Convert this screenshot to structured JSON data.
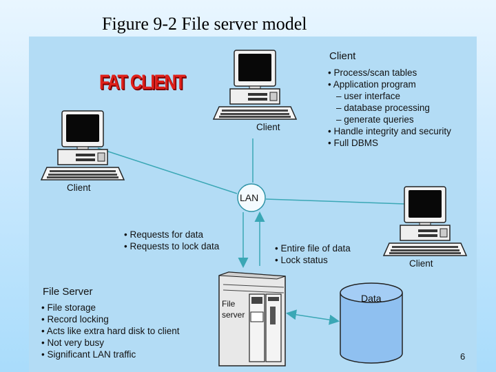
{
  "title": "Figure 9-2 File server model",
  "fat_client_label": "FAT CLIENT",
  "client_top": {
    "label": "Client",
    "header": "Client",
    "items": [
      "• Process/scan tables",
      "• Application program",
      "– user interface",
      "– database processing",
      "– generate queries",
      "• Handle integrity and security",
      "• Full DBMS"
    ]
  },
  "client_left": {
    "label": "Client"
  },
  "client_right": {
    "label": "Client"
  },
  "lan_label": "LAN",
  "requests": [
    "• Requests for data",
    "• Requests to lock data"
  ],
  "responses": [
    "• Entire file of data",
    "• Lock status"
  ],
  "file_server": {
    "header": "File Server",
    "items": [
      "• File storage",
      "• Record locking",
      "• Acts like extra hard disk to client",
      "• Not very busy",
      "• Significant LAN traffic"
    ],
    "device_label_1": "File",
    "device_label_2": "server"
  },
  "data_label": "Data",
  "page_number": "6",
  "colors": {
    "panel": "#b3dcf5",
    "link": "#3aa7b5",
    "fat_client": "#e0201a"
  }
}
